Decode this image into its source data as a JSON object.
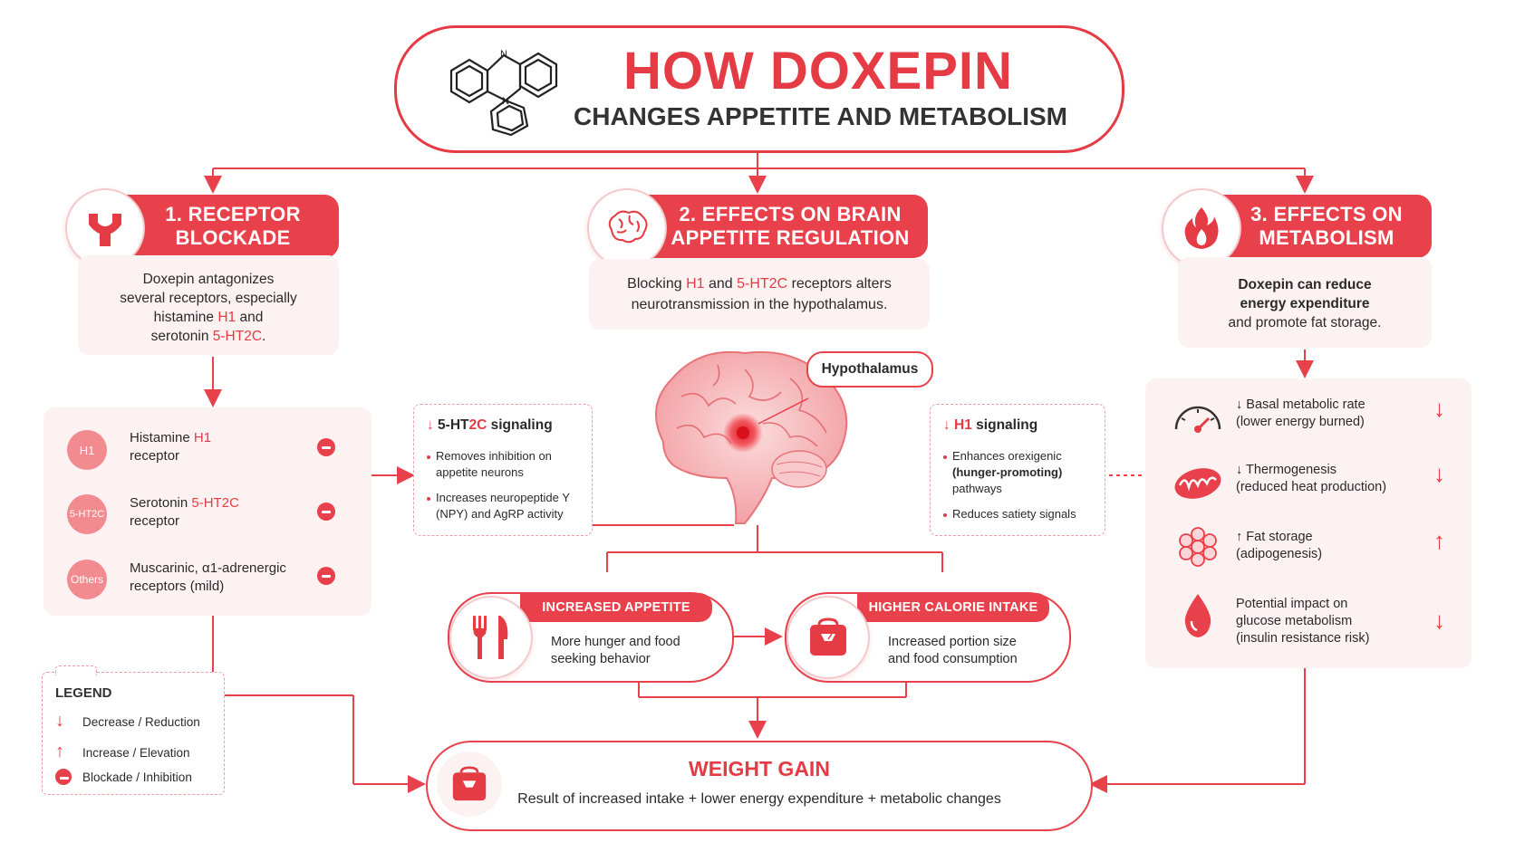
{
  "title": {
    "main": "HOW DOXEPIN",
    "sub": "CHANGES APPETITE AND METABOLISM"
  },
  "sections": [
    {
      "label": "1. RECEPTOR BLOCKADE"
    },
    {
      "label": "2. EFFECTS ON BRAIN APPETITE REGULATION"
    },
    {
      "label": "3. EFFECTS ON METABOLISM"
    }
  ],
  "receptor_desc": {
    "l1": "Doxepin antagonizes",
    "l2": "several receptors, especially",
    "l3a": "histamine ",
    "l3b": "H1",
    "l3c": " and",
    "l4a": "serotonin ",
    "l4b": "5-HT2C",
    "l4c": "."
  },
  "receptors": [
    {
      "badge": "H1",
      "line1a": "Histamine ",
      "line1b": "H1",
      "line2": "receptor"
    },
    {
      "badge": "5-HT2C",
      "line1a": "Serotonin ",
      "line1b": "5-HT2C",
      "line2": "receptor"
    },
    {
      "badge": "Others",
      "line1a": "Muscarinic, α1-adrenergic",
      "line1b": "",
      "line2": "receptors (mild)"
    }
  ],
  "brain_desc": {
    "l1a": "Blocking ",
    "l1b": "H1",
    "l1c": " and ",
    "l1d": "5-HT2C",
    "l1e": " receptors alters",
    "l2": "neurotransmission in the hypothalamus."
  },
  "hypothalamus_label": "Hypothalamus",
  "ht2c_box": {
    "arrow": "↓",
    "title_a": " 5-HT",
    "title_b": "2C",
    "title_c": " signaling",
    "b1_l1": "Removes inhibition on",
    "b1_l2": "appetite neurons",
    "b2_l1": "Increases neuropeptide Y",
    "b2_l2": "(NPY) and AgRP activity"
  },
  "h1_box": {
    "arrow": "↓",
    "title_a": " H1",
    "title_b": " signaling",
    "b1_l1": "Enhances orexigenic",
    "b1_l2": "(hunger-promoting)",
    "b1_l3": "pathways",
    "b2_l1": "Reduces satiety signals"
  },
  "metab_desc": {
    "l1": "Doxepin can reduce",
    "l2": "energy expenditure",
    "l3": "and promote fat storage."
  },
  "metab_items": [
    {
      "icon": "gauge-icon",
      "l1": "↓ Basal metabolic rate",
      "l2": "(lower energy burned)",
      "dir": "↓"
    },
    {
      "icon": "mitochondria-icon",
      "l1": "↓ Thermogenesis",
      "l2": "(reduced heat production)",
      "dir": "↓"
    },
    {
      "icon": "fat-cells-icon",
      "l1": "↑ Fat storage",
      "l2": "(adipogenesis)",
      "dir": "↑"
    },
    {
      "icon": "blood-drop-icon",
      "l1": "Potential impact on",
      "l2": "glucose metabolism",
      "l3": "(insulin resistance risk)",
      "dir": "↓"
    }
  ],
  "appetite": {
    "label": "INCREASED APPETITE",
    "l1": "More hunger and food",
    "l2": "seeking behavior"
  },
  "calorie": {
    "label": "HIGHER CALORIE INTAKE",
    "l1": "Increased portion size",
    "l2": "and food consumption"
  },
  "weight_gain": {
    "title": "WEIGHT GAIN",
    "desc": "Result of increased intake + lower energy expenditure + metabolic changes"
  },
  "legend": {
    "title": "LEGEND",
    "items": [
      {
        "symbol": "↓",
        "label": "Decrease / Reduction"
      },
      {
        "symbol": "↑",
        "label": "Increase / Elevation"
      },
      {
        "symbol": "minus",
        "label": "Blockade / Inhibition"
      }
    ]
  },
  "colors": {
    "accent": "#e53b44",
    "pale": "#fdf2f2",
    "text": "#2a2a2a"
  }
}
